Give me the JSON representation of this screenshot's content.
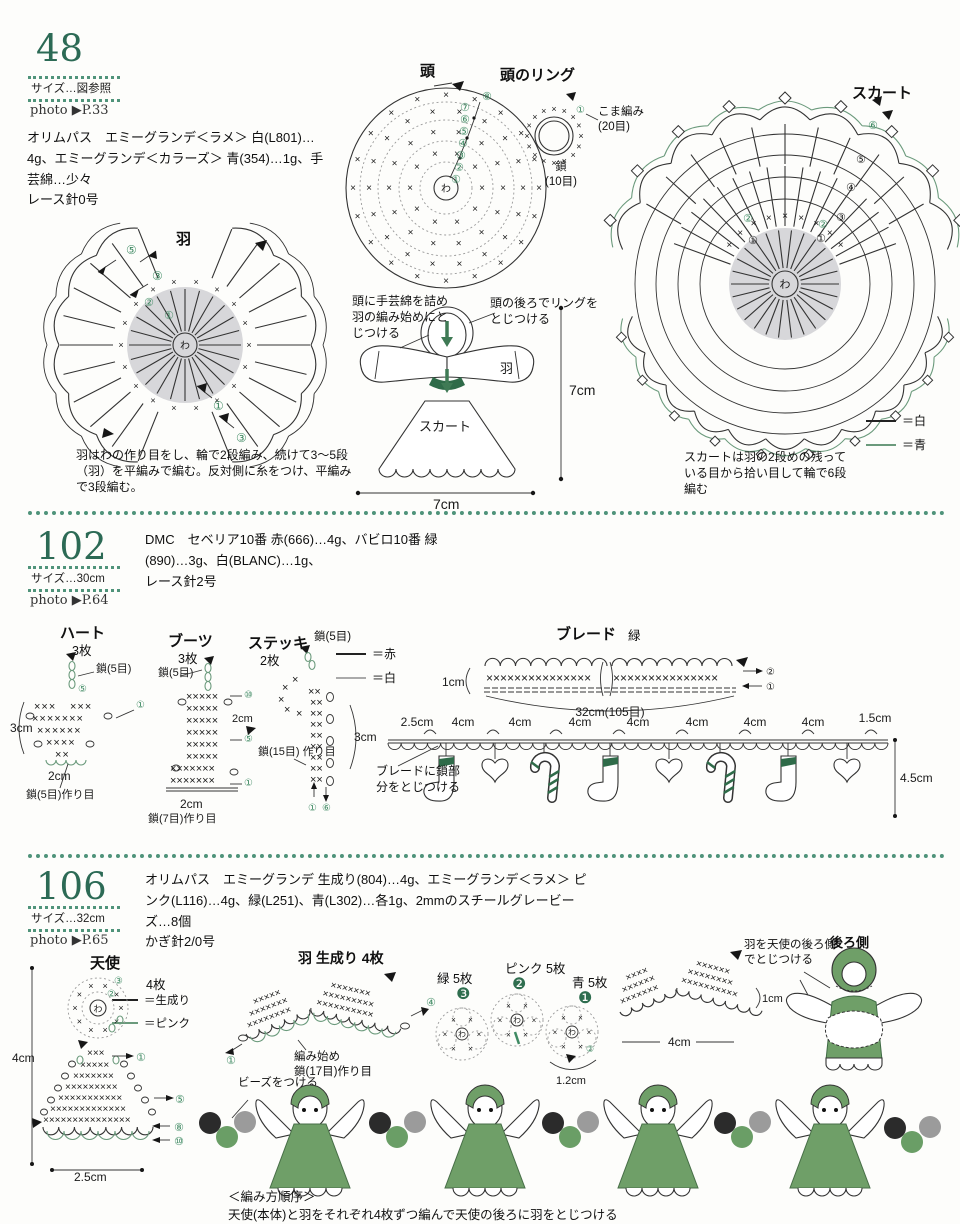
{
  "s48": {
    "num": "48",
    "size": "サイズ…図参照",
    "photo": "photo ▶P.33",
    "materials": "オリムパス　エミーグランデ＜ラメ＞ 白(L801)…4g、エミーグランデ＜カラーズ＞ 青(354)…1g、手芸綿…少々",
    "hook": "レース針0号",
    "head": {
      "title": "頭",
      "center": "わ",
      "r": [
        "①",
        "②",
        "③",
        "④",
        "⑤",
        "⑥",
        "⑦",
        "⑧"
      ]
    },
    "ring": {
      "title": "頭のリング",
      "r1": "①",
      "sc": "こま編み\n(20目)",
      "ch": "鎖\n(10目)"
    },
    "skirt": {
      "title": "スカート",
      "center": "わ",
      "r": [
        "①",
        "②",
        "③",
        "④",
        "⑤",
        "⑥"
      ],
      "legend": [
        {
          "label": "＝白"
        },
        {
          "label": "＝青"
        }
      ],
      "note": "スカートは羽の2段めの残っている目から拾い目して輪で6段編む"
    },
    "wing": {
      "title": "羽",
      "center": "わ",
      "m5": "⑤",
      "m3": "③",
      "m2": "②",
      "m1": "①",
      "m1b": "①",
      "m3b": "③",
      "note": "羽はわの作り目をし、輪で2段編み、続けて3〜5段（羽）を平編みで編む。反対側に糸をつけ、平編みで3段編む。"
    },
    "asm": {
      "note_l": "頭に手芸綿を詰め羽の編み始めにとじつける",
      "note_r": "頭の後ろでリングをとじつける",
      "wing": "羽",
      "skirt": "スカート",
      "w": "7cm",
      "h": "7cm"
    }
  },
  "s102": {
    "num": "102",
    "size": "サイズ…30cm",
    "photo": "photo ▶P.64",
    "materials": "DMC　セベリア10番 赤(666)…4g、バビロ10番 緑(890)…3g、白(BLANC)…1g、",
    "hook": "レース針2号",
    "heart": {
      "title": "ハート",
      "count": "3枚",
      "ch5": "鎖(5目)",
      "m5": "⑤",
      "m1": "①",
      "h": "3cm",
      "w": "2cm",
      "base": "鎖(5目)作り目"
    },
    "boot": {
      "title": "ブーツ",
      "count": "3枚",
      "ch5": "鎖(5目)",
      "m10": "⑩",
      "m5": "⑤",
      "m1": "①",
      "h": "2cm",
      "w": "2cm",
      "base": "鎖(7目)作り目"
    },
    "stick": {
      "title": "ステッキ",
      "count": "2枚",
      "ch5": "鎖(5目)",
      "base": "鎖(15目)\n作り目",
      "h": "3cm",
      "m1": "①",
      "m6": "⑥"
    },
    "legend": [
      {
        "label": "＝赤"
      },
      {
        "label": "＝白"
      }
    ],
    "braid": {
      "title": "ブレード",
      "color": "緑",
      "h": "1cm",
      "len": "32cm(105目)",
      "r2": "②",
      "r1": "①"
    },
    "garland": {
      "meas": [
        "2.5cm",
        "4cm",
        "4cm",
        "4cm",
        "4cm",
        "4cm",
        "4cm",
        "4cm",
        "1.5cm"
      ],
      "h": "4.5cm",
      "note": "ブレードに鎖部分をとじつける"
    }
  },
  "s106": {
    "num": "106",
    "size": "サイズ…32cm",
    "photo": "photo ▶P.65",
    "materials": "オリムパス　エミーグランデ 生成り(804)…4g、エミーグランデ＜ラメ＞ ピンク(L116)…4g、緑(L251)、青(L302)…各1g、2mmのスチールグレービーズ…8個",
    "hook": "かぎ針2/0号",
    "angel": {
      "title": "天使",
      "count": "4枚",
      "center": "わ",
      "m3": "③",
      "m2": "②",
      "m1": "①",
      "m5": "⑤",
      "m8": "⑧",
      "m10": "⑩",
      "h": "4cm",
      "w": "2.5cm",
      "legend": [
        {
          "label": "＝生成り"
        },
        {
          "label": "＝ピンク"
        }
      ]
    },
    "wing": {
      "title": "羽 生成り 4枚",
      "m1": "①",
      "m4": "④",
      "note": "編み始め\n鎖(17目)作り目",
      "w": "4cm",
      "h": "1cm"
    },
    "flowers": {
      "green": "緑 5枚",
      "green_n": "❸",
      "pink": "ピンク 5枚",
      "pink_n": "❷",
      "blue": "青 5枚",
      "blue_n": "❶",
      "w": "1.2cm",
      "m2": "②",
      "center": "わ"
    },
    "back": {
      "title": "後ろ側",
      "note": "羽を天使の後ろ側でとじつける"
    },
    "beads_note": "ビーズをつける",
    "order": "＜編み方順序＞\n天使(本体)と羽をそれぞれ4枚ずつ編んで天使の後ろに羽をとじつける"
  }
}
